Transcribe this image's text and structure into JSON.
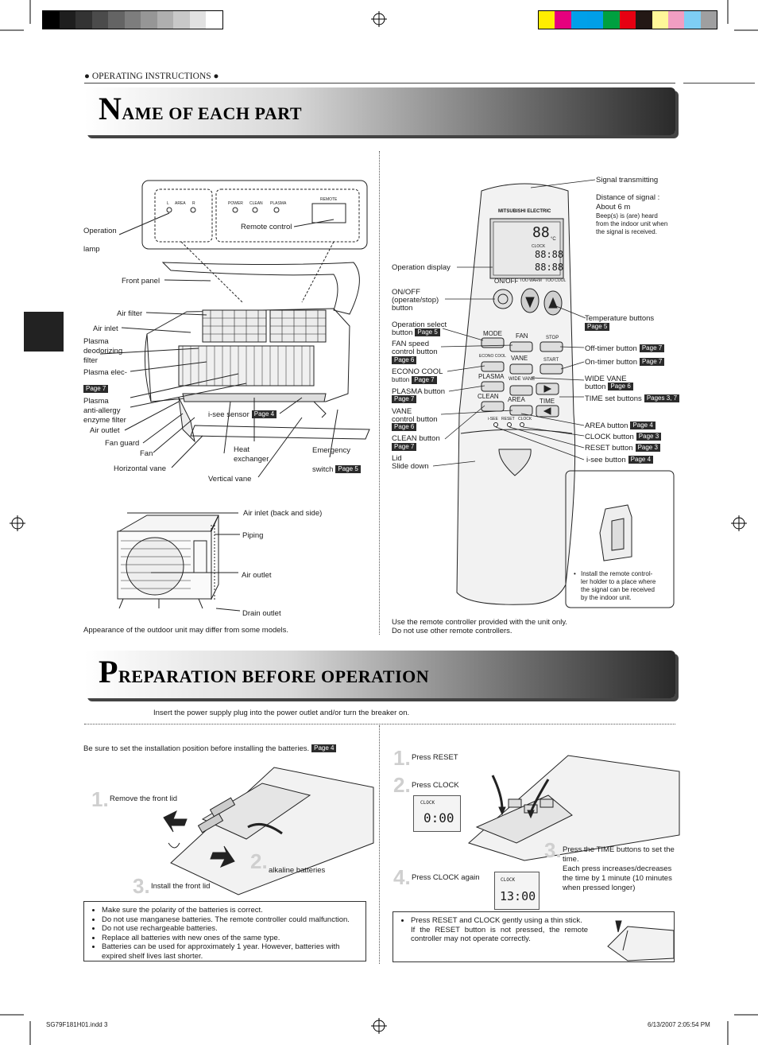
{
  "header": {
    "section_label": "● OPERATING INSTRUCTIONS ●"
  },
  "section1": {
    "title_initial": "N",
    "title_rest": "AME OF EACH PART"
  },
  "indoor_unit": {
    "panel": {
      "area_label": "AREA",
      "l": "L",
      "r": "R",
      "power": "POWER",
      "clean": "CLEAN",
      "plasma": "PLASMA",
      "remote": "REMOTE"
    },
    "labels": {
      "operation": "Operation",
      "lamp": "lamp",
      "remote_control": "Remote control",
      "front_panel": "Front panel",
      "air_filter": "Air filter",
      "air_inlet": "Air inlet",
      "plasma_deodorizing": [
        "Plasma",
        "deodorizing",
        "filter"
      ],
      "plasma_elec": "Plasma elec-",
      "plasma_elec_page": "Page 7",
      "plasma_anti": [
        "Plasma",
        "anti-allergy",
        "enzyme filter"
      ],
      "isee_sensor": "i-see sensor",
      "isee_page": "Page 4",
      "air_outlet": "Air outlet",
      "fan_guard": "Fan guard",
      "fan": "Fan",
      "heat_exchanger": [
        "Heat",
        "exchanger"
      ],
      "emergency": "Emergency",
      "horizontal_vane": "Horizontal vane",
      "vertical_vane": "Vertical vane",
      "switch": "switch",
      "switch_page": "Page 5"
    }
  },
  "outdoor_unit": {
    "air_inlet": "Air inlet  (back and side)",
    "piping": "Piping",
    "air_outlet": "Air outlet",
    "drain_outlet": "Drain outlet",
    "note": "Appearance of the outdoor unit may differ from some models."
  },
  "remote": {
    "brand": "MITSUBISHI ELECTRIC",
    "lcd": {
      "temp": "88",
      "unit": "°C",
      "clock": "CLOCK",
      "time1": "88:88",
      "time2": "88:88"
    },
    "buttons": {
      "onoff": "ON/OFF",
      "too_warm": "TOO WARM",
      "too_cool": "TOO COOL",
      "mode": "MODE",
      "fan": "FAN",
      "stop": "STOP",
      "econo": "ECONO COOL",
      "vane": "VANE",
      "start": "START",
      "plasma": "PLASMA",
      "wide_vane": "WIDE VANE",
      "clean": "CLEAN",
      "area": "AREA",
      "time": "TIME",
      "isee": "i-SEE",
      "reset": "RESET",
      "clock": "CLOCK"
    },
    "labels": {
      "signal_transmitting": "Signal transmitting",
      "distance": "Distance of signal :",
      "distance_value": "About 6 m",
      "beep": [
        "Beep(s) is (are) heard",
        "from the indoor unit when",
        "the signal is received."
      ],
      "operation_display": "Operation display",
      "onoff_button": [
        "ON/OFF",
        "(operate/stop)",
        "button"
      ],
      "temperature_buttons": "Temperature buttons",
      "temperature_page": "Page 5",
      "operation_select": [
        "Operation select",
        "button"
      ],
      "operation_select_page": "Page 5",
      "fan_speed": [
        "FAN speed",
        "control button"
      ],
      "fan_speed_page": "Page 6",
      "off_timer": "Off-timer button",
      "off_timer_page": "Page 7",
      "on_timer": "On-timer button",
      "on_timer_page": "Page 7",
      "econo_cool": "ECONO COOL",
      "econo_button": "button",
      "econo_page": "Page 7",
      "wide_vane": "WIDE VANE",
      "wide_vane_button": "button",
      "wide_vane_page": "Page 6",
      "plasma_button": "PLASMA button",
      "plasma_page": "Page 7",
      "time_set": "TIME set buttons",
      "time_set_page": "Pages 3, 7",
      "vane": [
        "VANE",
        "control button"
      ],
      "vane_page": "Page 6",
      "area_button": "AREA button",
      "area_page": "Page 4",
      "clean_button": "CLEAN button",
      "clean_page": "Page 7",
      "clock_button": "CLOCK button",
      "clock_page": "Page 3",
      "reset_button": "RESET button",
      "reset_page": "Page 3",
      "lid": "Lid",
      "slide_down": "Slide down",
      "isee_button": "i-see button",
      "isee_page": "Page 4",
      "holder_note": [
        "Install the remote control-",
        "ler holder to a place where",
        "the signal can be received",
        "by the indoor unit."
      ],
      "use_note": [
        "Use the remote controller provided with the unit only.",
        "Do not use other remote controllers."
      ]
    }
  },
  "section2": {
    "title_initial": "P",
    "title_rest": "REPARATION BEFORE OPERATION",
    "intro": "Insert the power supply plug into the power outlet and/or turn the breaker on."
  },
  "batteries": {
    "instruction": "Be sure to set the installation position before installing the batteries.",
    "instruction_page": "Page 4",
    "step1": {
      "num": "1.",
      "text": "Remove the front lid"
    },
    "step2": {
      "num": "2.",
      "text": "alkaline batteries"
    },
    "step3": {
      "num": "3.",
      "text": "Install the front lid"
    },
    "notes": [
      "Make sure the polarity of the batteries is correct.",
      "Do not use manganese batteries. The remote controller could malfunction.",
      "Do not use rechargeable batteries.",
      "Replace all batteries with new ones of the same type.",
      "Batteries can be used for approximately 1 year. However, batteries with expired shelf lives last shorter."
    ]
  },
  "clock_setup": {
    "step1": {
      "num": "1.",
      "text": "Press RESET"
    },
    "step2": {
      "num": "2.",
      "text": "Press CLOCK"
    },
    "step3": {
      "num": "3.",
      "lines": [
        "Press the TIME buttons to set the",
        "time.",
        "Each press increases/decreases",
        "the time by 1 minute (10 minutes",
        "when pressed longer)"
      ]
    },
    "step4": {
      "num": "4.",
      "text": "Press CLOCK again"
    },
    "lcd1": {
      "label": "CLOCK",
      "time": "0:00"
    },
    "lcd2": {
      "label": "CLOCK",
      "time": "13:00"
    },
    "note": [
      "Press RESET and CLOCK gently using a thin stick.",
      "If the RESET button is not pressed, the remote controller may not operate correctly."
    ]
  },
  "footer": {
    "file": "SG79F181H01.indd   3",
    "date": "6/13/2007   2:05:54 PM"
  },
  "colors": {
    "swatches": [
      "#000000",
      "#1e1e1e",
      "#333333",
      "#4b4b4b",
      "#646464",
      "#7d7d7d",
      "#969696",
      "#afafaf",
      "#c8c8c8",
      "#e1e1e1",
      "#ffffff"
    ],
    "color_bar": [
      "#ffed00",
      "#e6007e",
      "#00a0e9",
      "#009fe8",
      "#00a040",
      "#e60012",
      "#231815",
      "#fff799",
      "#f19ec2",
      "#7ecef4",
      "#9f9fa0"
    ]
  }
}
